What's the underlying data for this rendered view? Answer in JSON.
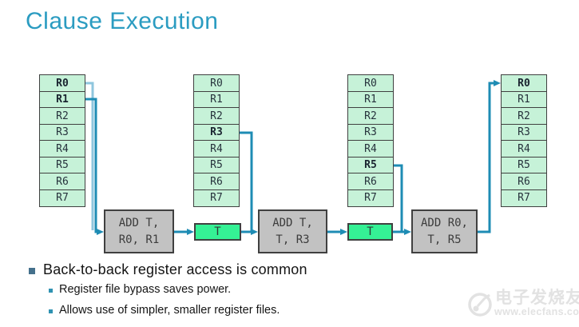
{
  "title": "Clause Execution",
  "colors": {
    "title_color": "#2B9CC1",
    "accent_line": "#1E8CB4",
    "accent_line_light": "#8FC6DE",
    "register_fill": "#C6F2D8",
    "temp_fill": "#35F195",
    "op_fill": "#C2C2C2",
    "box_border": "#404040",
    "main_bullet_color": "#44708C",
    "sub_bullet_color": "#2F92B2",
    "watermark_color": "#E2E2E2"
  },
  "diagram": {
    "tables": [
      {
        "name": "register-file-1",
        "rows": [
          {
            "label": "R0",
            "bold": true
          },
          {
            "label": "R1",
            "bold": true
          },
          {
            "label": "R2",
            "bold": false
          },
          {
            "label": "R3",
            "bold": false
          },
          {
            "label": "R4",
            "bold": false
          },
          {
            "label": "R5",
            "bold": false
          },
          {
            "label": "R6",
            "bold": false
          },
          {
            "label": "R7",
            "bold": false
          }
        ]
      },
      {
        "name": "register-file-2",
        "rows": [
          {
            "label": "R0",
            "bold": false
          },
          {
            "label": "R1",
            "bold": false
          },
          {
            "label": "R2",
            "bold": false
          },
          {
            "label": "R3",
            "bold": true
          },
          {
            "label": "R4",
            "bold": false
          },
          {
            "label": "R5",
            "bold": false
          },
          {
            "label": "R6",
            "bold": false
          },
          {
            "label": "R7",
            "bold": false
          }
        ]
      },
      {
        "name": "register-file-3",
        "rows": [
          {
            "label": "R0",
            "bold": false
          },
          {
            "label": "R1",
            "bold": false
          },
          {
            "label": "R2",
            "bold": false
          },
          {
            "label": "R3",
            "bold": false
          },
          {
            "label": "R4",
            "bold": false
          },
          {
            "label": "R5",
            "bold": true
          },
          {
            "label": "R6",
            "bold": false
          },
          {
            "label": "R7",
            "bold": false
          }
        ]
      },
      {
        "name": "register-file-4",
        "rows": [
          {
            "label": "R0",
            "bold": true
          },
          {
            "label": "R1",
            "bold": false
          },
          {
            "label": "R2",
            "bold": false
          },
          {
            "label": "R3",
            "bold": false
          },
          {
            "label": "R4",
            "bold": false
          },
          {
            "label": "R5",
            "bold": false
          },
          {
            "label": "R6",
            "bold": false
          },
          {
            "label": "R7",
            "bold": false
          }
        ]
      }
    ],
    "ops": [
      {
        "line1": "ADD T,",
        "line2": "R0, R1"
      },
      {
        "line1": "ADD T,",
        "line2": "T, R3"
      },
      {
        "line1": "ADD R0,",
        "line2": "T, R5"
      }
    ],
    "temps": [
      {
        "label": "T"
      },
      {
        "label": "T"
      }
    ]
  },
  "bullets": {
    "main": "Back-to-back register access is common",
    "sub": [
      "Register file bypass saves power.",
      "Allows use of simpler, smaller register files."
    ]
  },
  "watermark": {
    "brand": "电子发烧友",
    "url": "www.elecfans.com"
  }
}
